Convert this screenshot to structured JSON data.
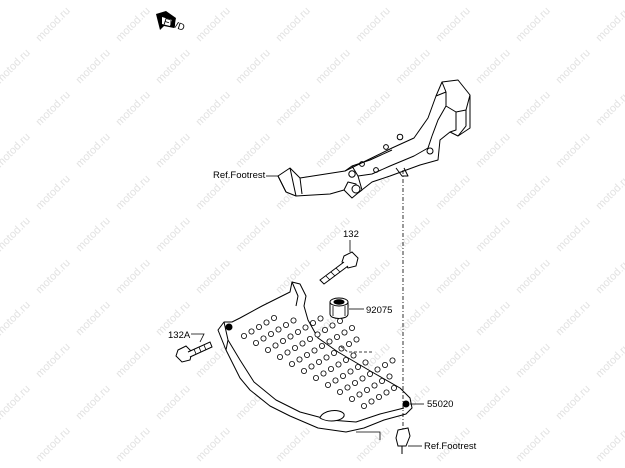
{
  "watermark": {
    "text": "motod.ru"
  },
  "direction_arrow": {
    "label": "FWD"
  },
  "callouts": {
    "ref_footrest_top": "Ref.Footrest",
    "bolt_132": "132",
    "bushing_92075": "92075",
    "bolt_132a": "132A",
    "guard_55020": "55020",
    "ref_footrest_bottom": "Ref.Footrest"
  },
  "colors": {
    "line": "#000000",
    "watermark": "#e2e2e2",
    "background": "#ffffff"
  }
}
